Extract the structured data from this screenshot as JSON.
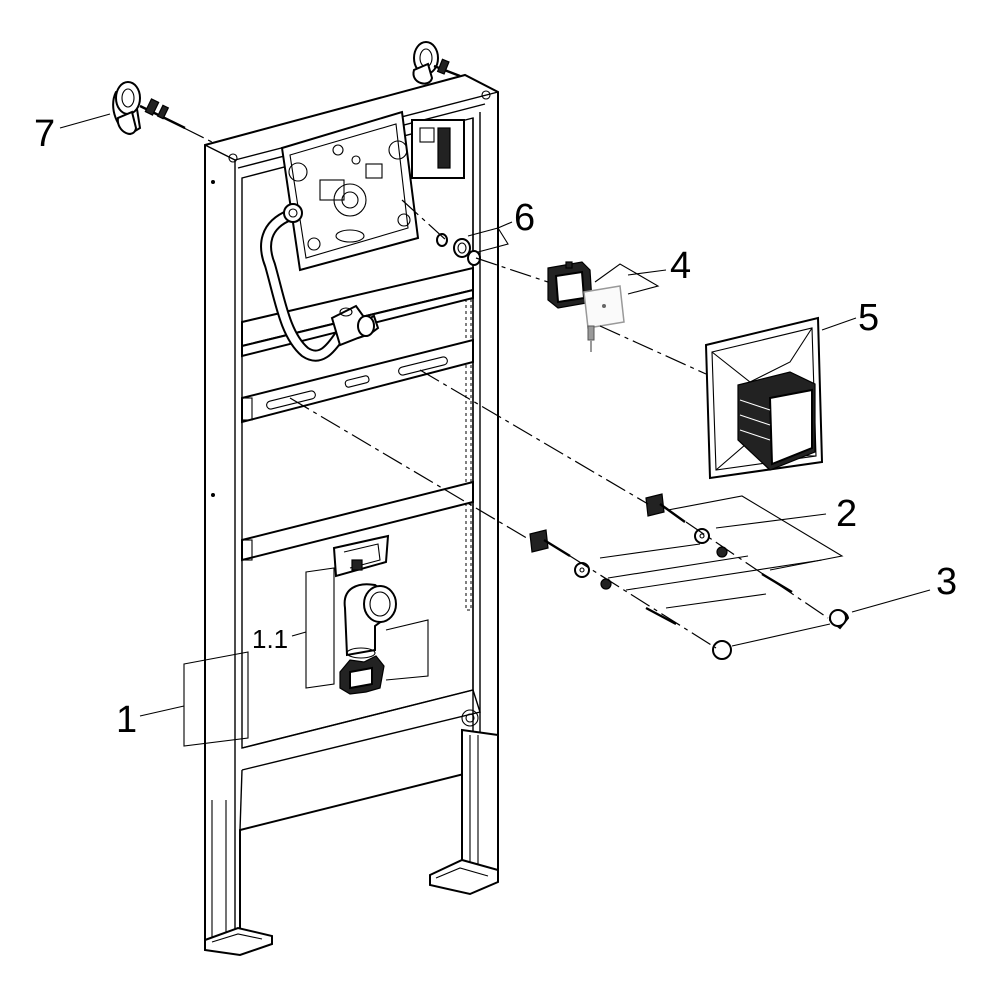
{
  "labels": {
    "l1": "1",
    "l1_1": "1.1",
    "l2": "2",
    "l3": "3",
    "l4": "4",
    "l5": "5",
    "l6": "6",
    "l7": "7"
  }
}
